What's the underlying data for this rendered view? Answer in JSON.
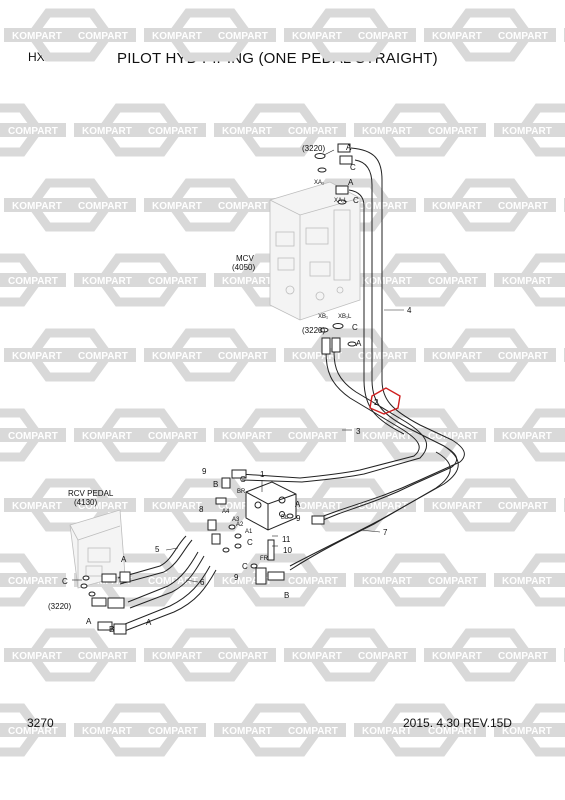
{
  "header": {
    "model": "HX220 L",
    "title": "PILOT HYD PIPING (ONE PEDAL STRAIGHT)"
  },
  "footer": {
    "page_number": "3270",
    "date_revision": "2015. 4.30  REV.15D"
  },
  "watermark": {
    "text_left": "KOMPART",
    "text_right": "COMPART",
    "color": "#d9d9d9"
  },
  "diagram": {
    "components": {
      "mcv": {
        "name": "MCV",
        "ref": "(4050)"
      },
      "rcv_pedal": {
        "name": "RCV PEDAL",
        "ref": "(4130)"
      }
    },
    "ref_top": "(3220)",
    "ref_mid": "(3220)",
    "ref_left": "(3220)",
    "port_labels": {
      "xa_top": "XA₁",
      "xa_left": "XA₁L",
      "xb_mid": "XB₁",
      "xb_right": "XB₁L",
      "br": "BR",
      "a4": "A4",
      "a2": "A2",
      "a1": "A1",
      "a3": "A3",
      "bl": "BL",
      "fr": "FR"
    },
    "letters": {
      "a": "A",
      "b": "B",
      "c": "C"
    },
    "part_numbers": [
      "1",
      "2",
      "3",
      "4",
      "5",
      "6",
      "7",
      "8",
      "9",
      "10",
      "11"
    ]
  }
}
